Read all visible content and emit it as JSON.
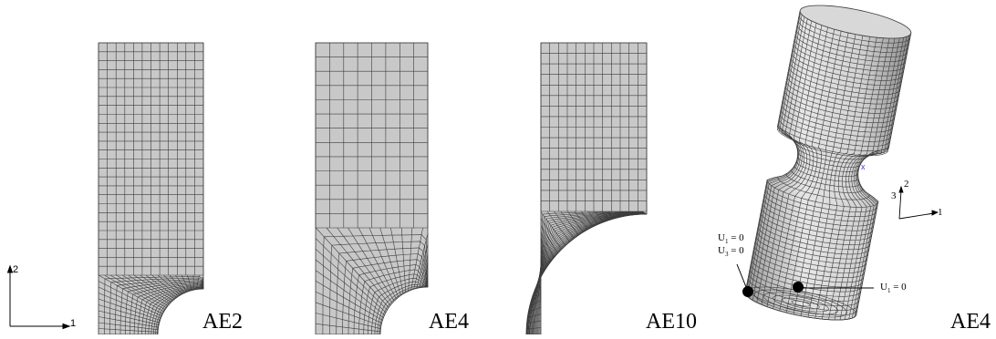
{
  "panels": [
    {
      "label": "AE2"
    },
    {
      "label": "AE4"
    },
    {
      "label": "AE10"
    },
    {
      "label": "AE4"
    }
  ],
  "axes_2d": {
    "x": "1",
    "y": "2"
  },
  "axes_3d": {
    "a": "1",
    "b": "2",
    "c": "3"
  },
  "boundary_conditions": {
    "left_line1_var": "U",
    "left_line1_sub": "1",
    "left_line1_val": " = 0",
    "left_line2_var": "U",
    "left_line2_sub": "3",
    "left_line2_val": " = 0",
    "right_var": "U",
    "right_sub": "1",
    "right_val": " = 0"
  },
  "colors": {
    "mesh_fill": "#c8c8c8",
    "mesh_line": "#3c3c3c",
    "marker": "#3a3ad0"
  }
}
